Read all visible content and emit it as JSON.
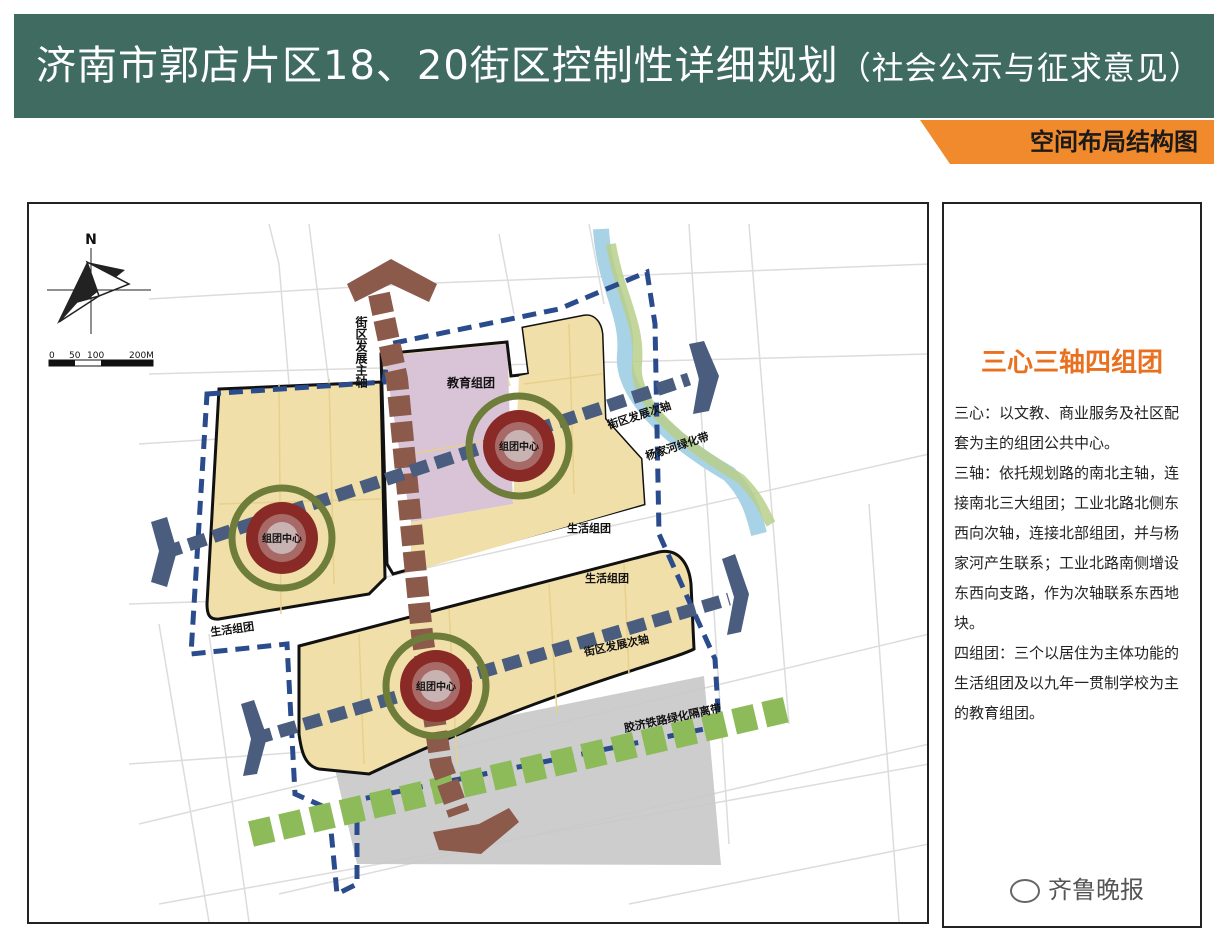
{
  "header": {
    "title": "济南市郭店片区18、20街区控制性详细规划",
    "subtitle": "（社会公示与征求意见）"
  },
  "section_tab": "空间布局结构图",
  "map": {
    "north_label": "N",
    "scale_labels": [
      "0",
      "50",
      "100",
      "200M"
    ],
    "labels": {
      "main_axis": "街区发展主轴",
      "secondary_axis_1": "街区发展次轴",
      "secondary_axis_2": "街区发展次轴",
      "edu_group": "教育组团",
      "life_group_1": "生活组团",
      "life_group_2": "生活组团",
      "life_group_3": "生活组团",
      "center_1": "组团中心",
      "center_2": "组团中心",
      "center_3": "组团中心",
      "green_belt": "杨家河绿化带",
      "rail_belt": "胶济铁路绿化隔离带"
    },
    "colors": {
      "land": "#f0dfa8",
      "edu": "#d8c4d6",
      "main_axis": "#8b5a4a",
      "sec_axis": "#4a5d7e",
      "green_ring": "#6e7d3a",
      "center": "#8a2a26",
      "boundary": "#2b4c8c",
      "green_strip": "#8dbb5a",
      "river": "#a8d2e6"
    }
  },
  "side": {
    "title": "三心三轴四组团",
    "paragraphs": [
      "三心：以文教、商业服务及社区配套为主的组团公共中心。",
      "三轴：依托规划路的南北主轴，连接南北三大组团；工业北路北侧东西向次轴，连接北部组团，并与杨家河产生联系；工业北路南侧增设东西向支路，作为次轴联系东西地块。",
      "四组团：三个以居住为主体功能的生活组团及以九年一贯制学校为主的教育组团。"
    ]
  },
  "watermark": "齐鲁晚报"
}
